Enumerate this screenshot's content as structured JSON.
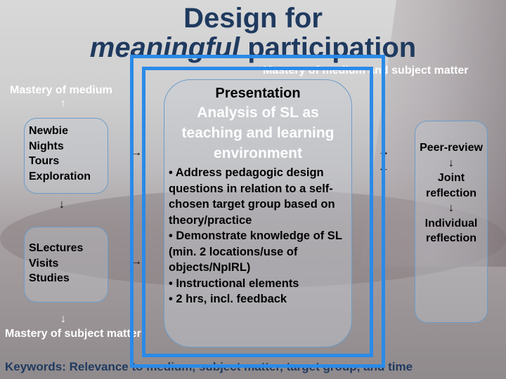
{
  "title": {
    "line1": "Design for",
    "line2_italic": "meaningful",
    "line2_rest": " participation"
  },
  "labels": {
    "mastery_medium": "Mastery of medium",
    "mastery_subject": "Mastery of subject matter",
    "mastery_both": "Mastery of medium and subject matter"
  },
  "left_top": [
    "Newbie",
    "Nights",
    "Tours",
    "Exploration"
  ],
  "left_bottom": [
    "SLectures",
    "Visits",
    "Studies"
  ],
  "center": {
    "heading": "Presentation",
    "subheading": "Analysis of SL as teaching and learning environment",
    "bullets": [
      "• Address pedagogic design questions in relation to a self-chosen target group based on theory/practice",
      "• Demonstrate knowledge of SL (min. 2 locations/use of objects/NpIRL)",
      "• Instructional elements",
      "• 2 hrs, incl. feedback"
    ]
  },
  "right": {
    "step1": "Peer-review",
    "step2": "Joint reflection",
    "step3": "Individual reflection"
  },
  "arrows": {
    "up": "↑",
    "down": "↓",
    "right": "→",
    "left": "←"
  },
  "keywords": "Keywords: Relevance to medium, subject matter, target group, and time",
  "colors": {
    "title": "#1f3a5f",
    "frame": "#2a8ae8"
  }
}
